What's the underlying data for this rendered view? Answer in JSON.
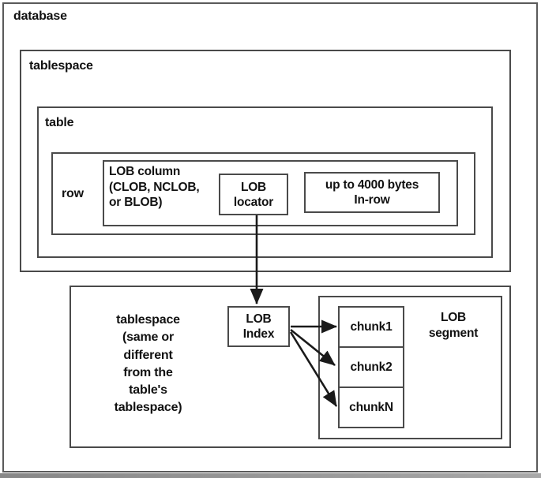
{
  "diagram": {
    "labels": {
      "database": "database",
      "tablespace_upper": "tablespace",
      "table": "table",
      "row": "row",
      "lob_column": "LOB column\n(CLOB, NCLOB,\nor BLOB)",
      "lob_locator": "LOB\nlocator",
      "in_row": "up to 4000 bytes\nIn-row",
      "tablespace_lower": "tablespace\n(same or\ndifferent\nfrom the\ntable's\ntablespace)",
      "lob_index": "LOB\nIndex",
      "lob_segment": "LOB\nsegment",
      "chunk1": "chunk1",
      "chunk2": "chunk2",
      "chunkN": "chunkN"
    },
    "colors": {
      "border": "#4a4a4a",
      "text": "#111111",
      "background": "#ffffff",
      "arrow": "#1a1a1a",
      "scan_shadow": "#9b9b9b"
    }
  }
}
